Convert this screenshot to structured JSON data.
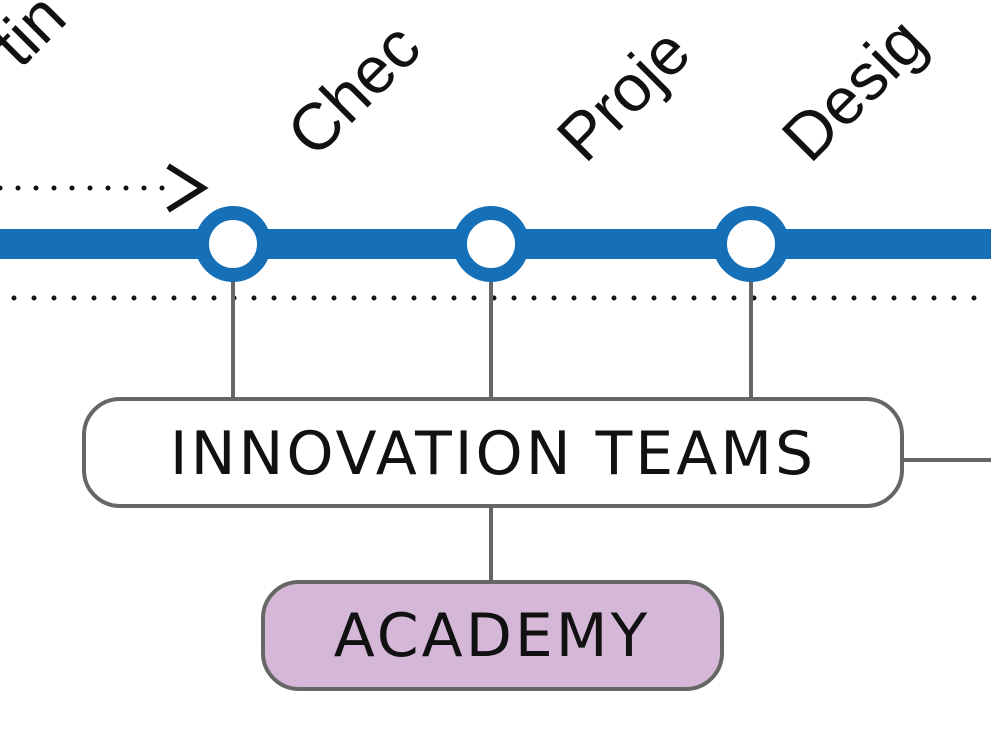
{
  "stations": [
    {
      "label": "Chec"
    },
    {
      "label": "Proje"
    },
    {
      "label": "Desig"
    }
  ],
  "edge_label": "tin",
  "boxes": {
    "innovation_teams": "INNOVATION TEAMS",
    "academy": "ACADEMY"
  },
  "colors": {
    "line": "#1670b8",
    "academy_fill": "#d5b8d8",
    "box_stroke": "#666666",
    "connector": "#666666",
    "dots": "#111111"
  }
}
